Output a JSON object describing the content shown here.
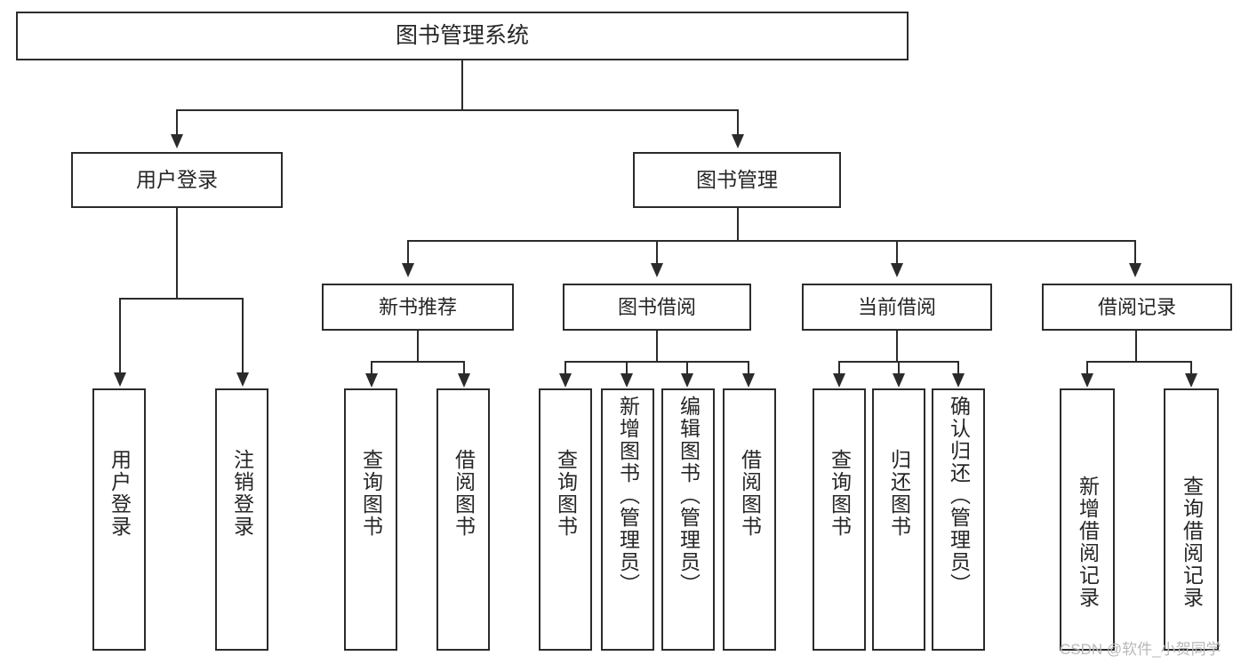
{
  "diagram": {
    "type": "tree-hierarchy-diagram",
    "title": "图书管理系统",
    "colors": {
      "stroke": "#2b2b2b",
      "fill": "#ffffff",
      "text": "#262626",
      "watermark": "#b8b8b8"
    },
    "root": {
      "label": "图书管理系统"
    },
    "level1": [
      {
        "label": "用户登录"
      },
      {
        "label": "图书管理"
      }
    ],
    "level2": [
      {
        "label": "新书推荐"
      },
      {
        "label": "图书借阅"
      },
      {
        "label": "当前借阅"
      },
      {
        "label": "借阅记录"
      }
    ],
    "leaves": {
      "user_login": [
        {
          "label": "用户登录"
        },
        {
          "label": "注销登录"
        }
      ],
      "new_book_recommend": [
        {
          "label": "查询图书"
        },
        {
          "label": "借阅图书"
        }
      ],
      "book_borrow": [
        {
          "label": "查询图书"
        },
        {
          "label": "新增图书（管理员）"
        },
        {
          "label": "编辑图书（管理员）"
        },
        {
          "label": "借阅图书"
        }
      ],
      "current_borrow": [
        {
          "label": "查询图书"
        },
        {
          "label": "归还图书"
        },
        {
          "label": "确认归还（管理员）"
        }
      ],
      "borrow_record": [
        {
          "label": "新增借阅记录"
        },
        {
          "label": "查询借阅记录"
        }
      ]
    },
    "watermark": "CSDN @软件_小贺同学"
  }
}
